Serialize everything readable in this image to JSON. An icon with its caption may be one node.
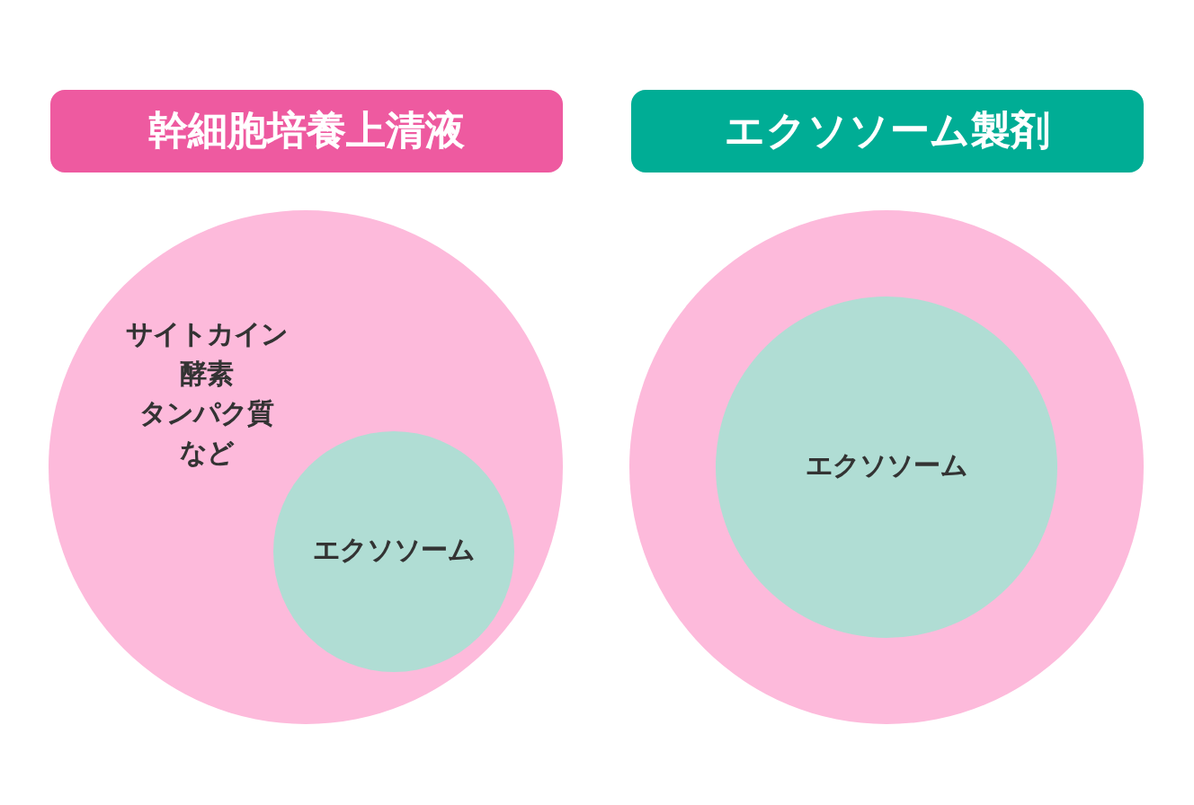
{
  "diagram": {
    "nodes": [
      {
        "text": [
          "幹細胞培養上清液"
        ]
      },
      {
        "text": [
          "サイトカイン",
          "酵素",
          "タンパク質",
          "など"
        ]
      },
      {
        "text": [
          "エクソソーム"
        ],
        "in": 1
      },
      {
        "text": [
          "エクソソーム製剤"
        ]
      },
      {
        "text": [],
        "shape": "circle"
      },
      {
        "text": [
          "エクソソーム"
        ],
        "in": 4
      }
    ]
  }
}
